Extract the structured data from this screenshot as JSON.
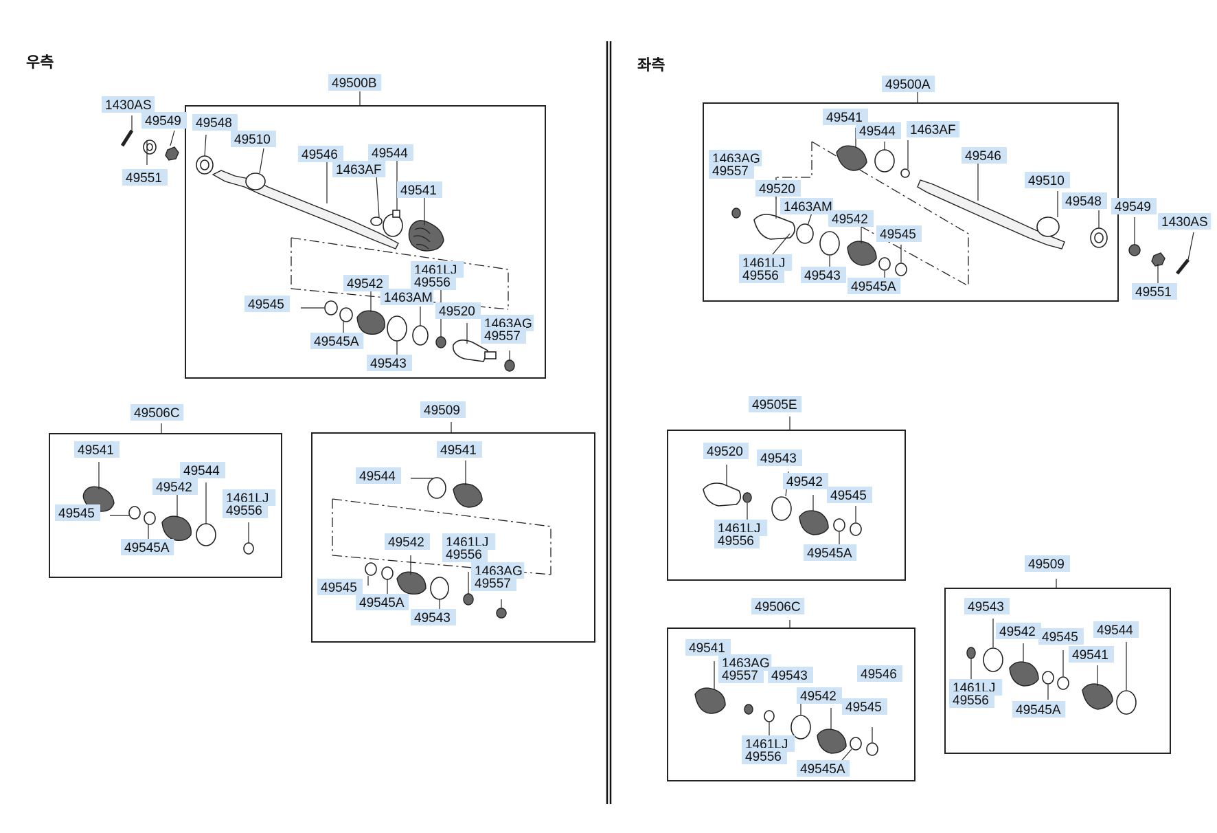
{
  "sides": {
    "right": "우측",
    "left": "좌측"
  },
  "labels": {
    "r_49500B": "49500B",
    "r_1430AS": "1430AS",
    "r_49549": "49549",
    "r_49548": "49548",
    "r_49551": "49551",
    "r_49510": "49510",
    "r_49546": "49546",
    "r_49544": "49544",
    "r_1463AF": "1463AF",
    "r_49541": "49541",
    "r_1461LJ": "1461LJ",
    "r_49556": "49556",
    "r_49542": "49542",
    "r_1463AM": "1463AM",
    "r_49545": "49545",
    "r_49520": "49520",
    "r_1463AG": "1463AG",
    "r_49557": "49557",
    "r_49545A": "49545A",
    "r_49543": "49543",
    "a_49506C": "49506C",
    "a_49541": "49541",
    "a_49544": "49544",
    "a_49542": "49542",
    "a_1461LJ": "1461LJ",
    "a_49556": "49556",
    "a_49545": "49545",
    "a_49545A": "49545A",
    "b_49509": "49509",
    "b_49541": "49541",
    "b_49544": "49544",
    "b_49542": "49542",
    "b_1461LJ": "1461LJ",
    "b_49556": "49556",
    "b_1463AG": "1463AG",
    "b_49557": "49557",
    "b_49545": "49545",
    "b_49545A": "49545A",
    "b_49543": "49543",
    "l_49500A": "49500A",
    "l_49541": "49541",
    "l_49544": "49544",
    "l_1463AF": "1463AF",
    "l_1463AG": "1463AG",
    "l_49557": "49557",
    "l_49546": "49546",
    "l_49520": "49520",
    "l_49510": "49510",
    "l_1463AM": "1463AM",
    "l_49548": "49548",
    "l_49549": "49549",
    "l_1430AS": "1430AS",
    "l_49542": "49542",
    "l_49545": "49545",
    "l_1461LJ": "1461LJ",
    "l_49556": "49556",
    "l_49543": "49543",
    "l_49545A": "49545A",
    "l_49551": "49551",
    "e_49505E": "49505E",
    "e_49520": "49520",
    "e_49543": "49543",
    "e_49542": "49542",
    "e_49545": "49545",
    "e_1461LJ": "1461LJ",
    "e_49556": "49556",
    "e_49545A": "49545A",
    "c_49506C": "49506C",
    "c_49541": "49541",
    "c_1463AG": "1463AG",
    "c_49557": "49557",
    "c_49543": "49543",
    "c_49546": "49546",
    "c_49542": "49542",
    "c_49545": "49545",
    "c_1461LJ": "1461LJ",
    "c_49556": "49556",
    "c_49545A": "49545A",
    "d_49509": "49509",
    "d_49543": "49543",
    "d_49542": "49542",
    "d_49545": "49545",
    "d_49544": "49544",
    "d_49541": "49541",
    "d_1461LJ": "1461LJ",
    "d_49556": "49556",
    "d_49545A": "49545A"
  },
  "colors": {
    "label_highlight": "#cfe3f7",
    "line": "#222222"
  }
}
